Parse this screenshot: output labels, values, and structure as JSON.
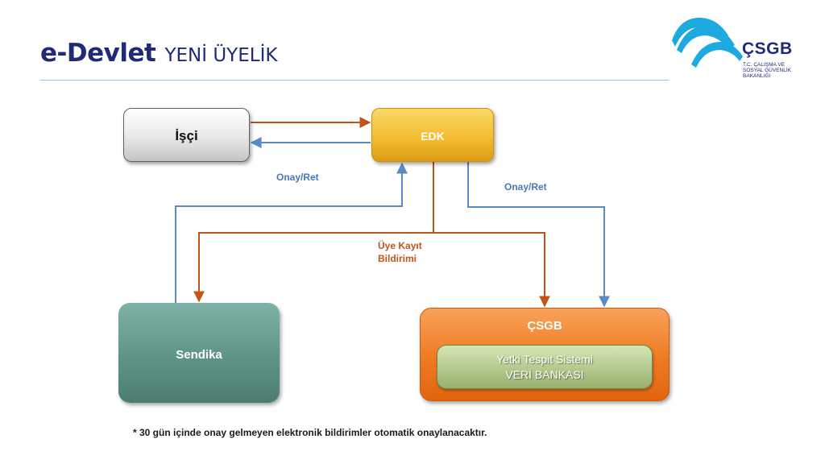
{
  "title": {
    "main": "e-Devlet",
    "sub": "YENİ ÜYELİK"
  },
  "logo": {
    "name": "ÇSGB",
    "lines": [
      "T.C. ÇALIŞMA VE",
      "SOSYAL GÜVENLİK",
      "BAKANLIĞI"
    ]
  },
  "nodes": {
    "isci": "İşçi",
    "edk": "EDK",
    "sendika": "Sendika",
    "csgb": "ÇSGB",
    "veri_bankasi": {
      "line1": "Yetki Tespit Sistemi",
      "line2": "VERİ BANKASI"
    }
  },
  "edge_labels": {
    "onay_ret_left": "Onay/Ret",
    "onay_ret_right": "Onay/Ret",
    "uye_kayit_line1": "Üye Kayıt",
    "uye_kayit_line2": "Bildirimi"
  },
  "footnote": "* 30 gün içinde onay gelmeyen elektronik bildirimler otomatik onaylanacaktır.",
  "colors": {
    "title": "#1f2a78",
    "arrow_orange": "#c0541a",
    "arrow_blue": "#5a8ac6",
    "edk": "#f2ba2d",
    "sendika": "#5e9486",
    "csgb": "#ef7a20",
    "veri_bankasi": "#b4c98c",
    "logo": "#1fa9e1"
  }
}
